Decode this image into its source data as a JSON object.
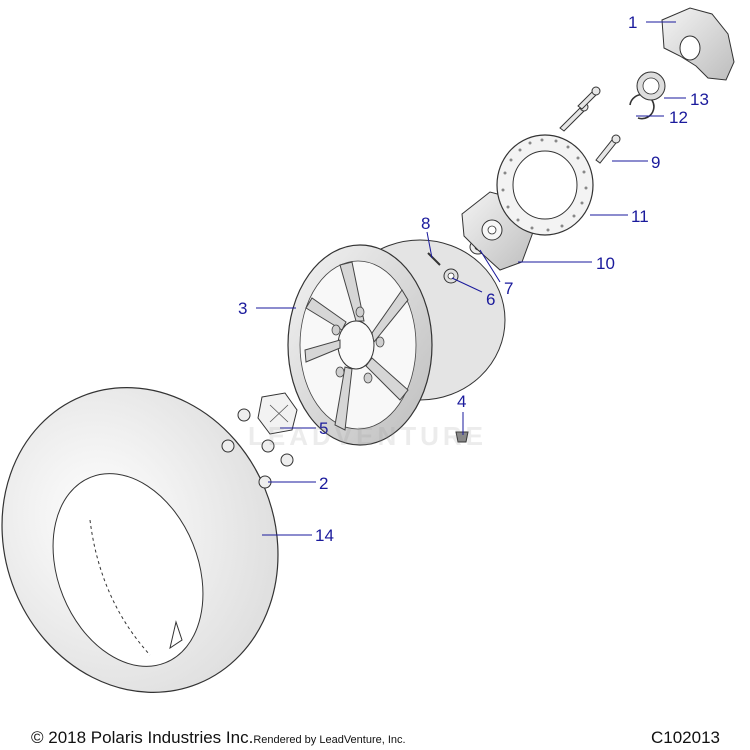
{
  "callouts": [
    {
      "num": "1"
    },
    {
      "num": "2"
    },
    {
      "num": "3"
    },
    {
      "num": "4"
    },
    {
      "num": "5"
    },
    {
      "num": "6"
    },
    {
      "num": "7"
    },
    {
      "num": "8"
    },
    {
      "num": "9"
    },
    {
      "num": "10"
    },
    {
      "num": "11"
    },
    {
      "num": "12"
    },
    {
      "num": "13"
    },
    {
      "num": "14"
    }
  ],
  "footer": {
    "copyright": "© 2018 Polaris Industries Inc.",
    "rendered_by": "Rendered by LeadVenture, Inc.",
    "diagram_code": "C102013"
  },
  "watermark": "LEADVENTURE",
  "colors": {
    "callout": "#1a1a9c",
    "part_fill": "#eeeeee",
    "part_stroke": "#333333"
  }
}
